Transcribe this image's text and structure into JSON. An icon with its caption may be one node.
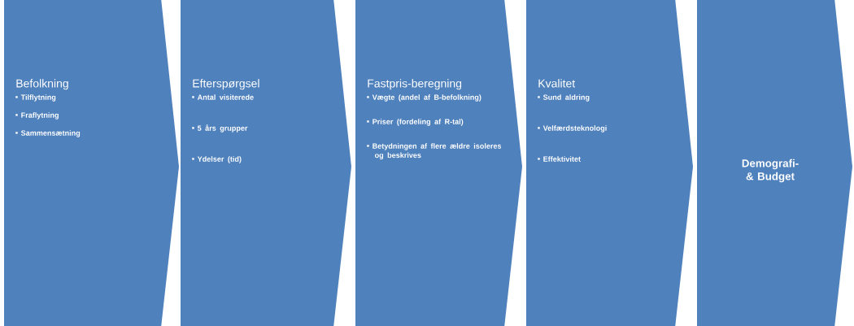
{
  "diagram": {
    "nodes": [
      {
        "text": [
          "Befolkning",
          "Tilflytning",
          "Fraflytning",
          "Sammensætning"
        ]
      },
      {
        "text": [
          "Efterspørgsel",
          "Antal visiterede",
          "5 års grupper",
          "Ydelser (tid)"
        ]
      },
      {
        "text": [
          "Fastpris-beregning",
          "Vægte (andel af B-befolkning)",
          "Priser (fordeling af R-tal)",
          "Betydningen af flere ældre isoleres og beskrives"
        ]
      },
      {
        "text": [
          "Kvalitet",
          "Sund aldring",
          "Velfærdsteknologi",
          "Effektivitet"
        ]
      },
      {
        "text": [
          "Demografi- & Budget"
        ]
      }
    ]
  }
}
